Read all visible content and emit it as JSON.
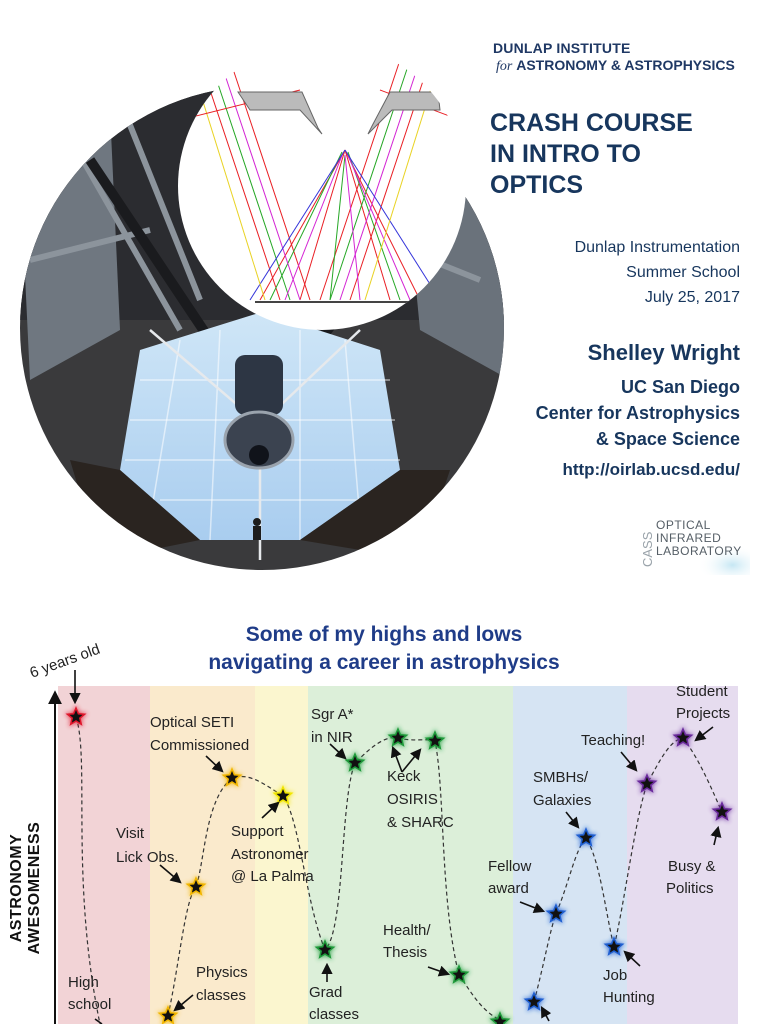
{
  "header": {
    "org_line1": "DUNLAP INSTITUTE",
    "org_for": "for",
    "org_line2": "ASTRONOMY & ASTROPHYSICS"
  },
  "title": {
    "line1": "CRASH COURSE",
    "line2": "IN INTRO TO",
    "line3": "OPTICS"
  },
  "event": {
    "line1": "Dunlap Instrumentation",
    "line2": "Summer School",
    "date": "July 25, 2017"
  },
  "speaker": {
    "name": "Shelley Wright",
    "affil1": "UC San Diego",
    "affil2": "Center for Astrophysics",
    "affil3": "& Space Science",
    "url": "http://oirlab.ucsd.edu/"
  },
  "lab_logo": {
    "mark": "CASS",
    "line1": "OPTICAL",
    "line2": "INFRARED",
    "line3": "LABORATORY"
  },
  "career_chart": {
    "title_line1": "Some of my highs and lows",
    "title_line2": "navigating a career in astrophysics",
    "y_axis_label": "ASTRONOMY AWESOMENESS",
    "band_colors": [
      "#f2d3d6",
      "#faeacc",
      "#fbf6cf",
      "#dcefd9",
      "#d6e4f3",
      "#e6dcef"
    ],
    "star_colors": {
      "red": "#e0162b",
      "gold": "#f2b600",
      "yellow": "#f2e600",
      "green": "#1e9a3a",
      "blue": "#1f5fd1",
      "purple": "#6a2a9c"
    },
    "labels": {
      "six_years": "6 years old",
      "high_school_1": "High",
      "high_school_2": "school",
      "visit_1": "Visit",
      "visit_2": "Lick Obs.",
      "physics_1": "Physics",
      "physics_2": "classes",
      "seti_1": "Optical SETI",
      "seti_2": "Commissioned",
      "support_1": "Support",
      "support_2": "Astronomer",
      "support_3": "@ La Palma",
      "grad_1": "Grad",
      "grad_2": "classes",
      "sgr_1": "Sgr A*",
      "sgr_2": "in NIR",
      "keck_1": "Keck",
      "keck_2": "OSIRIS",
      "keck_3": "& SHARC",
      "health_1": "Health/",
      "health_2": "Thesis",
      "fellow_1": "Fellow",
      "fellow_2": "award",
      "smbh_1": "SMBHs/",
      "smbh_2": "Galaxies",
      "job_1": "Job",
      "job_2": "Hunting",
      "teaching": "Teaching!",
      "student_1": "Student",
      "student_2": "Projects",
      "busy_1": "Busy &",
      "busy_2": "Politics"
    }
  }
}
